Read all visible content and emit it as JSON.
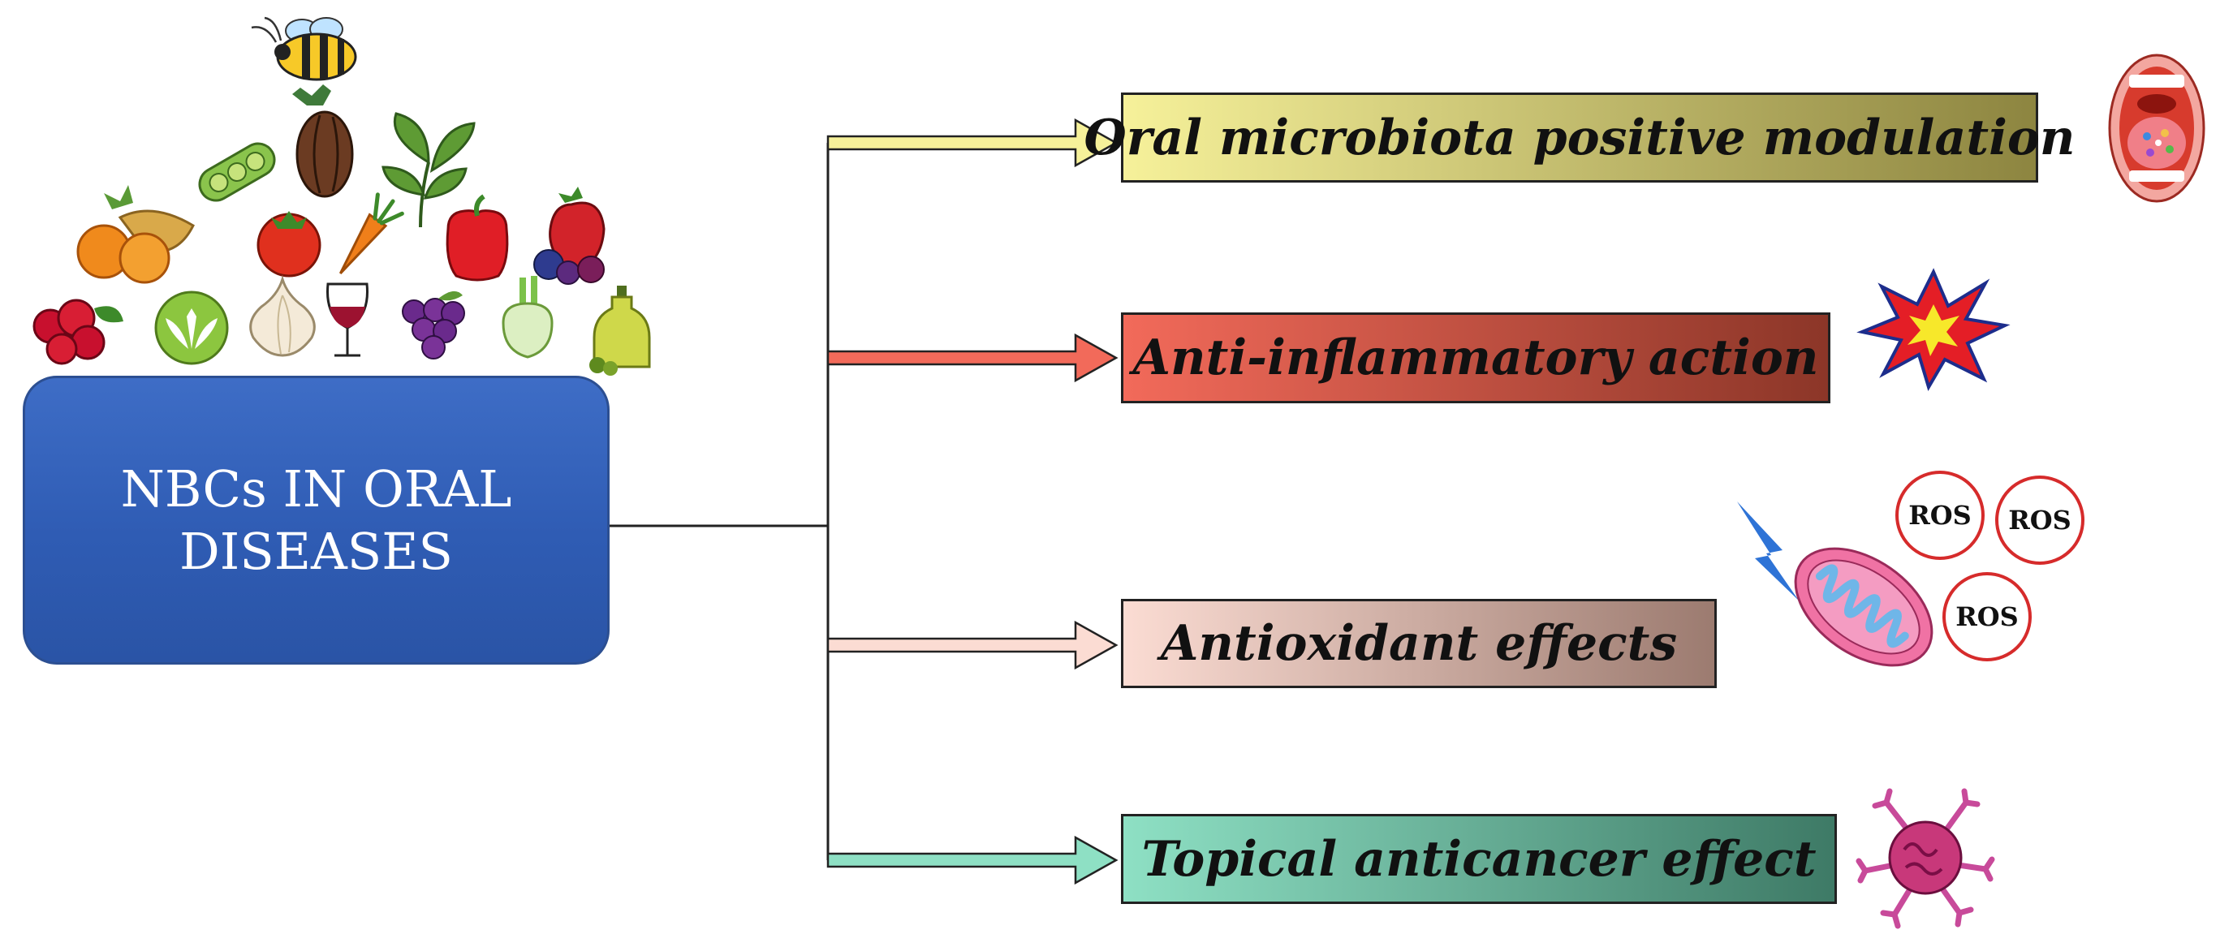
{
  "center": {
    "line1": "NBCs IN ORAL",
    "line2": "DISEASES"
  },
  "effects": [
    {
      "label": "Oral microbiota positive modulation",
      "color_start": "#f6f19a",
      "color_end": "#8d8540"
    },
    {
      "label": "Anti-inflammatory action",
      "color_start": "#f26a5a",
      "color_end": "#8c3628"
    },
    {
      "label": "Antioxidant effects",
      "color_start": "#fbdcd3",
      "color_end": "#9c7b70"
    },
    {
      "label": "Topical anticancer effect",
      "color_start": "#8ee0c4",
      "color_end": "#3e7a66"
    }
  ],
  "icons": {
    "sources": [
      "bee-icon",
      "cocoa-pod-icon",
      "soybean-icon",
      "basil-leaf-icon",
      "turmeric-icon",
      "tomato-icon",
      "carrot-icon",
      "bell-pepper-icon",
      "berries-icon",
      "cranberry-icon",
      "aloe-icon",
      "garlic-icon",
      "wine-glass-icon",
      "grapes-icon",
      "fennel-icon",
      "olive-oil-icon"
    ],
    "mouth": "open-mouth-icon",
    "inflammation": "burst-icon",
    "mitochondrion": "mitochondrion-icon",
    "cancer_cell": "cancer-cell-icon"
  },
  "ros_labels": [
    "ROS",
    "ROS",
    "ROS"
  ]
}
